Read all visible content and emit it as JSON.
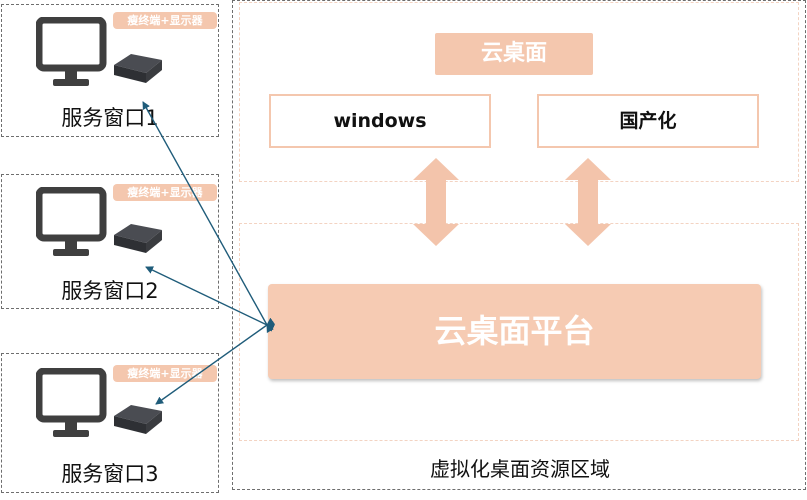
{
  "windows": [
    {
      "label": "服务窗口1",
      "tag": "瘦终端+显示器"
    },
    {
      "label": "服务窗口2",
      "tag": "瘦终端+显示器"
    },
    {
      "label": "服务窗口3",
      "tag": "瘦终端+显示器"
    }
  ],
  "region": {
    "cloud_desktop": "云桌面",
    "os_windows": "windows",
    "os_domestic": "国产化",
    "platform": "云桌面平台",
    "label": "虚拟化桌面资源区域"
  },
  "colors": {
    "accent": "#f4c7ae",
    "arrow": "#f3c4ab",
    "connector": "#1f5c7a",
    "monitor": "#3f3f3f"
  }
}
